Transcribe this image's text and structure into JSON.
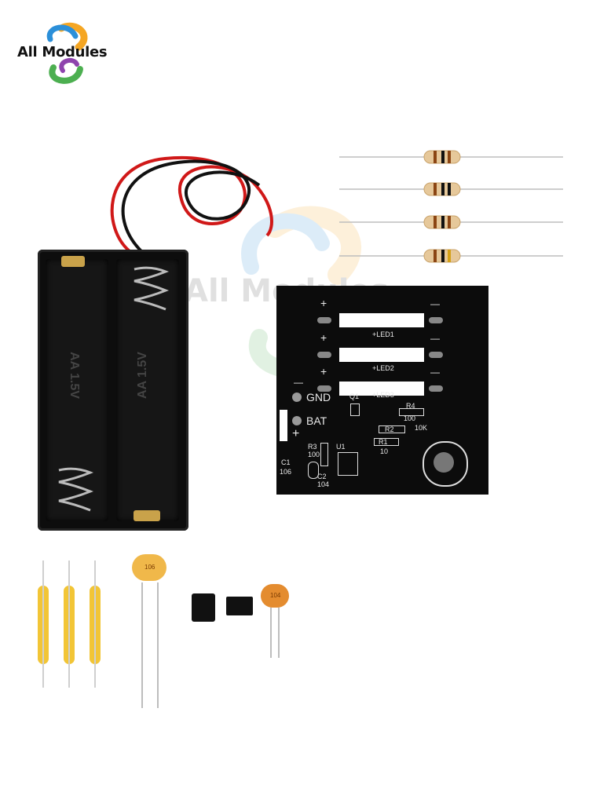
{
  "brand": {
    "logo_text": "All Modules",
    "watermark_text": "All Modules",
    "colors": {
      "orange": "#f5a623",
      "blue": "#2b8fd9",
      "green": "#4caf50",
      "purple": "#8e44ad"
    }
  },
  "battery_holder": {
    "labels": [
      "AA 1.5V",
      "AA 1.5V"
    ],
    "wire_colors": [
      "#d01818",
      "#111111"
    ]
  },
  "pcb": {
    "color": "#0c0c0c",
    "plus": "+",
    "minus": "—",
    "led_labels": [
      "+LED1",
      "+LED2",
      "+LED3"
    ],
    "gnd": "GND",
    "bat": "BAT",
    "q1": "Q1",
    "r4": "R4",
    "r4_value": "100",
    "r2": "R2",
    "r2_value": "10K",
    "r1": "R1",
    "r1_value": "10",
    "r3": "R3",
    "r3_value": "100",
    "u1": "U1",
    "c1": "C1",
    "c1_value": "106",
    "c2": "C2",
    "c2_value": "104"
  },
  "components": {
    "capacitor_large_label": "106",
    "capacitor_small_label": "104",
    "resistor_count": 4,
    "led_count": 3
  }
}
